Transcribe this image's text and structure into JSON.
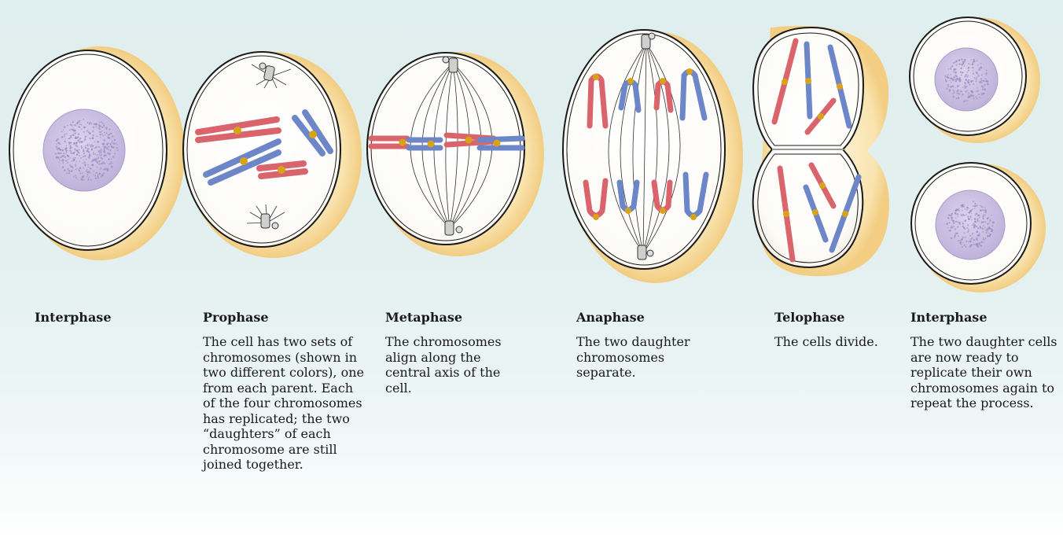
{
  "stages": [
    {
      "title": "Interphase",
      "description": ""
    },
    {
      "title": "Prophase",
      "description": "The cell has two sets of chromosomes (shown in two different colors), one from each parent. Each of the four chromosomes has replicated; the two “daughters” of each chromosome are still joined together."
    },
    {
      "title": "Metaphase",
      "description": "The chromosomes align along the central axis of the cell."
    },
    {
      "title": "Anaphase",
      "description": "The two daughter chromosomes separate."
    },
    {
      "title": "Telophase",
      "description": "The cells divide."
    },
    {
      "title": "Interphase",
      "description": "The two daughter cells are now ready to replicate their own chromosomes again to repeat the process."
    }
  ],
  "colors": {
    "chromosome_parent_a": "#d9646b",
    "chromosome_parent_b": "#6c86c8",
    "centromere": "#d9a318",
    "nucleus": "#c9bee0",
    "cell_shadow": "#f6d58e",
    "background": "#dfeeee"
  }
}
